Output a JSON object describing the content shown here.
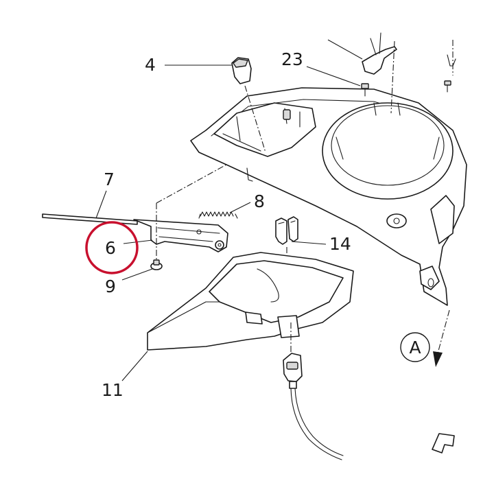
{
  "callouts": [
    {
      "id": "4",
      "label": "4"
    },
    {
      "id": "23",
      "label": "23"
    },
    {
      "id": "7",
      "label": "7"
    },
    {
      "id": "8",
      "label": "8"
    },
    {
      "id": "6",
      "label": "6"
    },
    {
      "id": "14",
      "label": "14"
    },
    {
      "id": "9",
      "label": "9"
    },
    {
      "id": "11",
      "label": "11"
    },
    {
      "id": "A",
      "label": "A"
    }
  ],
  "highlighted_callout": "6",
  "colors": {
    "line": "#1a1a1a",
    "highlight": "#c8102e",
    "shade": "#d9d9d9",
    "background": "#ffffff"
  }
}
